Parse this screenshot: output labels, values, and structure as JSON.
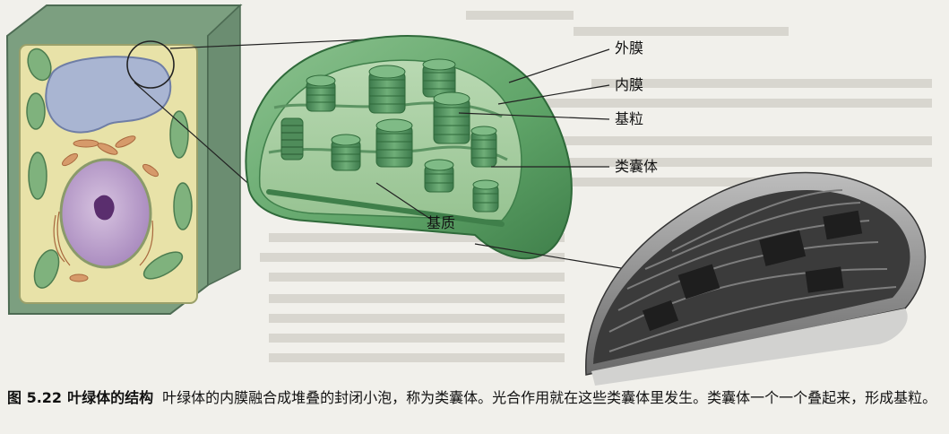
{
  "labels": {
    "outer_membrane": "外膜",
    "inner_membrane": "内膜",
    "granum": "基粒",
    "thylakoid": "类囊体",
    "stroma": "基质"
  },
  "caption": {
    "figure_number": "图 5.22",
    "title": "叶绿体的结构",
    "text": "叶绿体的内膜融合成堆叠的封闭小泡，称为类囊体。光合作用就在这些类囊体里发生。类囊体一个一个叠起来，形成基粒。"
  },
  "colors": {
    "cell_wall": "#7c9f80",
    "cytoplasm": "#e8e2a8",
    "vacuole": "#a9b5d2",
    "nucleus": "#b69bc7",
    "chloroplast": "#5fa468",
    "chloroplast_dark": "#3e7e4a",
    "micrograph": "#4a4a4a",
    "caption_text": "#111111"
  }
}
